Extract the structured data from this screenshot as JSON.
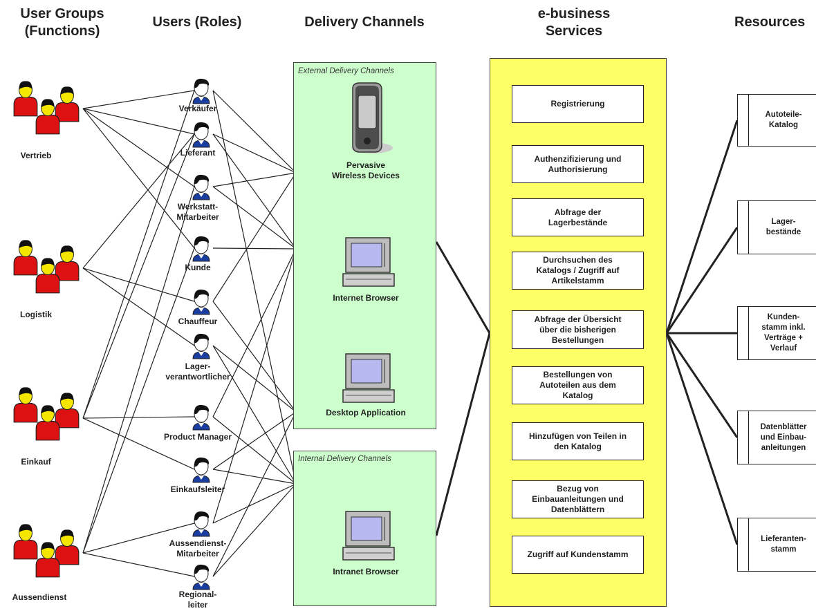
{
  "headers": {
    "user_groups": "User Groups\n(Functions)",
    "users": "Users (Roles)",
    "channels": "Delivery Channels",
    "services": "e-business\nServices",
    "resources": "Resources"
  },
  "user_groups": [
    "Vertrieb",
    "Logistik",
    "Einkauf",
    "Aussendienst"
  ],
  "roles": [
    "Verkäufer",
    "Lieferant",
    "Werkstatt-\nMitarbeiter",
    "Kunde",
    "Chauffeur",
    "Lager-\nverantwortlicher",
    "Product Manager",
    "Einkaufsleiter",
    "Aussendienst-\nMitarbeiter",
    "Regional-\nleiter"
  ],
  "channel_groups": {
    "external": "External Delivery Channels",
    "internal": "Internal Delivery Channels"
  },
  "channels": [
    "Pervasive\nWireless Devices",
    "Internet Browser",
    "Desktop Application",
    "Intranet Browser"
  ],
  "services": [
    "Registrierung",
    "Authenzifizierung und\nAuthorisierung",
    "Abfrage der\nLagerbestände",
    "Durchsuchen des\nKatalogs / Zugriff auf\nArtikelstamm",
    "Abfrage der Übersicht\nüber die bisherigen\nBestellungen",
    "Bestellungen von\nAutoteilen aus dem\nKatalog",
    "Hinzufügen von Teilen in\nden Katalog",
    "Bezug von\nEinbauanleitungen und\nDatenblättern",
    "Zugriff auf Kundenstamm"
  ],
  "resources": [
    "Autoteile-\nKatalog",
    "Lager-\nbestände",
    "Kunden-\nstamm inkl.\nVerträge +\nVerlauf",
    "Datenblätter\nund Einbau-\nanleitungen",
    "Lieferanten-\nstamm"
  ],
  "colors": {
    "person_body": "#dd1111",
    "person_face": "#f5e600",
    "channel_fill": "#ccffcc",
    "services_fill": "#ffff66",
    "line": "#222222",
    "screen": "#b8b8f0"
  },
  "icons": {
    "group": "user-group-icon",
    "role": "user-role-icon",
    "pda": "handheld-device-icon",
    "computer": "computer-terminal-icon"
  }
}
